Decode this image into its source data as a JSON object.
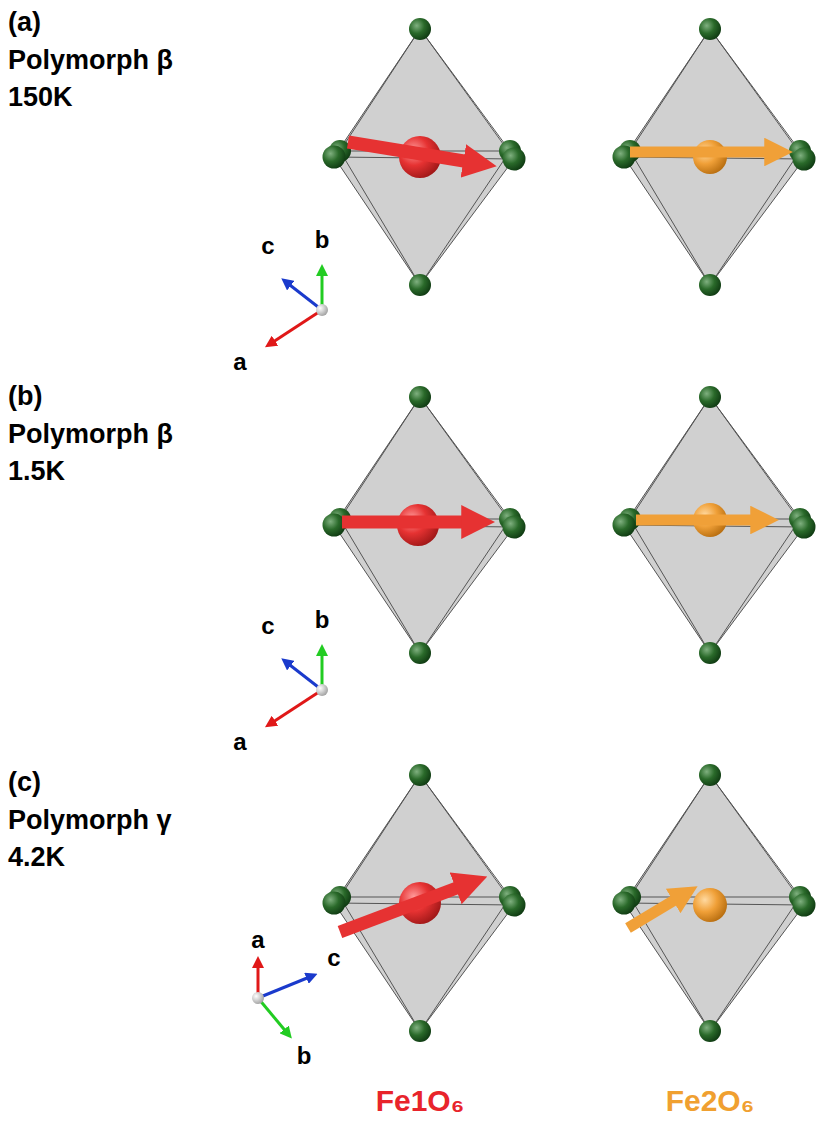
{
  "diagram": {
    "labels": [
      "(a)",
      "Polymorph β",
      "150K",
      "c",
      "b",
      "a",
      "(b)",
      "Polymorph β",
      "1.5K",
      "c",
      "b",
      "a",
      "(c)",
      "Polymorph γ",
      "4.2K",
      "a",
      "c",
      "b",
      "Fe1O₆",
      "Fe2O₆"
    ]
  }
}
